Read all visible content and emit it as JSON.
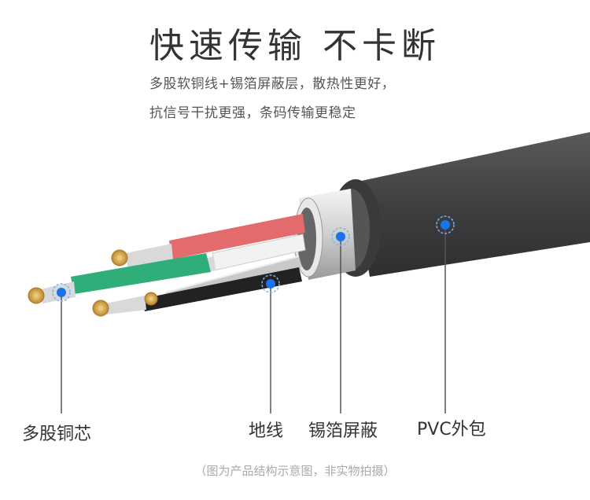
{
  "header": {
    "title": "快速传输  不卡断",
    "subtitle_line1": "多股软铜线+锡箔屏蔽层，散热性更好，",
    "subtitle_line2": "抗信号干扰更强，条码传输更稳定"
  },
  "labels": {
    "copper": "多股铜芯",
    "ground": "地线",
    "foil": "锡箔屏蔽",
    "jacket": "PVC外包"
  },
  "note": "（图为产品结构示意图，非实物拍摄）",
  "colors": {
    "jacket": "#4a4a4c",
    "wire_red": "#e36b6b",
    "wire_green": "#2fae7a",
    "wire_white": "#f2f2f2",
    "wire_black": "#222222",
    "marker_blue": "#1a73e8",
    "copper": "#d9a441"
  }
}
